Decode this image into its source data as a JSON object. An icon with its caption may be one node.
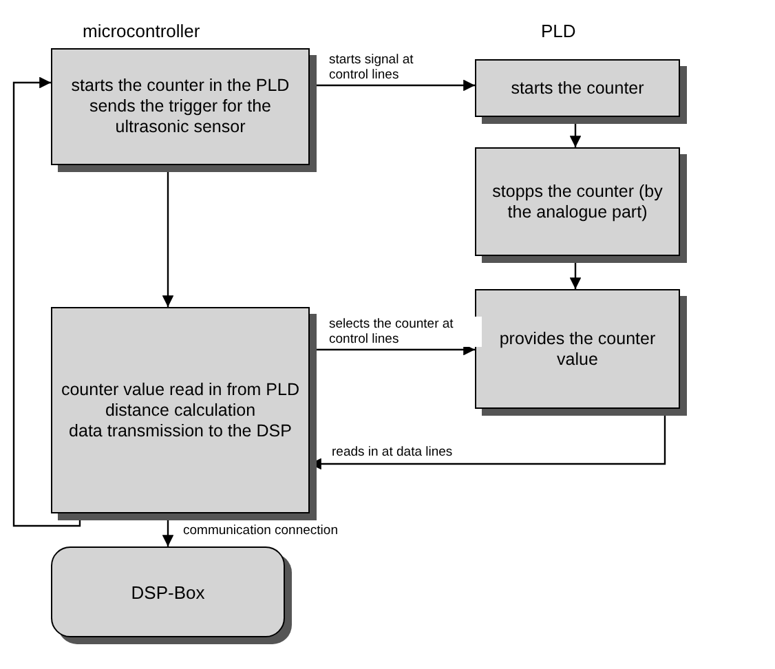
{
  "diagram": {
    "nodes": [
      {
        "text": [
          "starts the counter in the PLD",
          "sends the trigger for the ultrasonic sensor"
        ]
      },
      {
        "text": [
          "starts the counter"
        ]
      },
      {
        "text": [
          "stopps the counter (by the analogue part)"
        ]
      },
      {
        "text": [
          "provides the counter value"
        ]
      },
      {
        "text": [
          "counter value read in from PLD",
          "distance calculation",
          "data transmission to the DSP"
        ]
      },
      {
        "text": [
          "DSP-Box"
        ]
      }
    ],
    "edges": [
      {
        "from": 0,
        "to": 1,
        "arrow": "to",
        "label": "starts signal at control lines"
      },
      {
        "from": 1,
        "to": 2,
        "arrow": "to"
      },
      {
        "from": 2,
        "to": 3,
        "arrow": "to"
      },
      {
        "from": 0,
        "to": 4,
        "arrow": "to"
      },
      {
        "from": 4,
        "to": 3,
        "arrow": "to",
        "label": "selects the counter at control lines"
      },
      {
        "from": 3,
        "to": 4,
        "arrow": "to",
        "label": "reads in at data lines"
      },
      {
        "from": 4,
        "to": 0,
        "arrow": "to"
      },
      {
        "from": 4,
        "to": 5,
        "arrow": "to",
        "label": "communication connection"
      }
    ],
    "labels": [
      "microcontroller",
      "PLD"
    ]
  }
}
